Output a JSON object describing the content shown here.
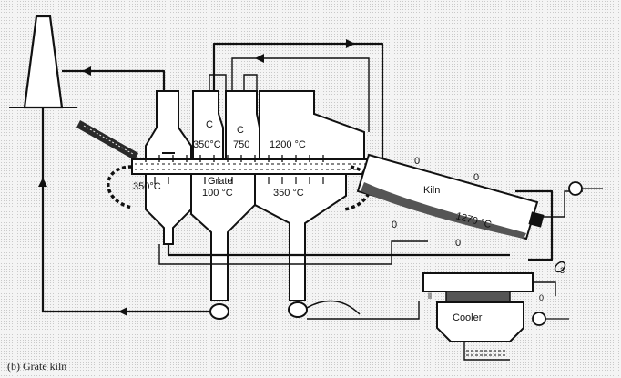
{
  "diagram": {
    "labels": {
      "cyclone_temp": "350°C",
      "c_label_1": "C",
      "c_label_2": "C",
      "chamber_temp_a": "750",
      "preheat_temp": "1200 °C",
      "grate_left_temp": "350°C",
      "grate_label": "Grate",
      "grate_mid_temp": "100 °C",
      "grate_right_temp": "350 °C",
      "kiln_label": "Kiln",
      "kiln_temp": "1270 °C",
      "cooler_label": "Cooler",
      "gas_mark_a": "0",
      "gas_mark_b": "0",
      "gas_mark_c": "0",
      "gas_mark_d": "0",
      "cooler_mark_left": "ll",
      "cooler_mark_right": "0",
      "fan_mark": "3"
    },
    "caption": "(b)  Grate kiln"
  }
}
